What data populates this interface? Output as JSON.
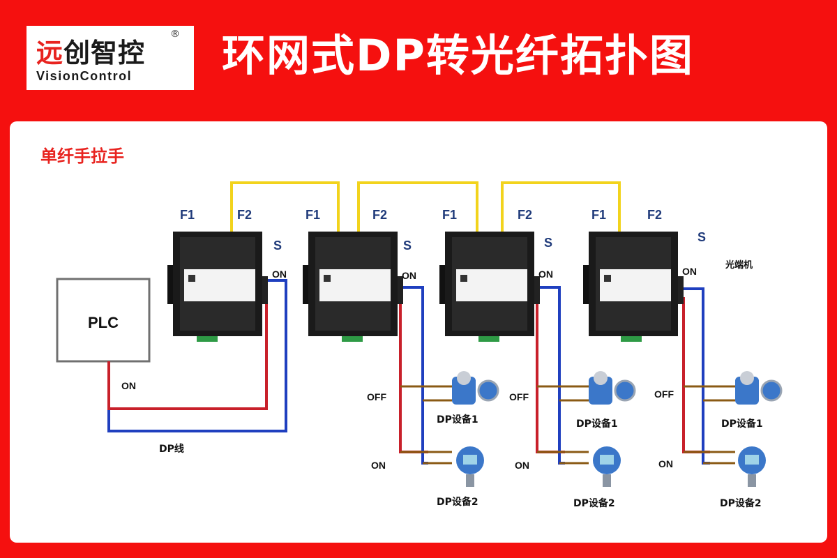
{
  "logo": {
    "cn_part1": "远",
    "cn_part2": "创智控",
    "registered": "®",
    "en": "VisionControl"
  },
  "title": "环网式DP转光纤拓扑图",
  "subtitle": "单纤手拉手",
  "plc_label": "PLC",
  "dp_line_label": "DP线",
  "plc_on_label": "ON",
  "device_note": "光端机",
  "converters": [
    {
      "f1": "F1",
      "f2": "F2",
      "s": "S",
      "on": "ON"
    },
    {
      "f1": "F1",
      "f2": "F2",
      "s": "S",
      "on": "ON"
    },
    {
      "f1": "F1",
      "f2": "F2",
      "s": "S",
      "on": "ON"
    },
    {
      "f1": "F1",
      "f2": "F2",
      "s": "S",
      "on": "ON"
    }
  ],
  "branches": [
    {
      "off": "OFF",
      "on": "ON",
      "dev1": "DP设备1",
      "dev2": "DP设备2"
    },
    {
      "off": "OFF",
      "on": "ON",
      "dev1": "DP设备1",
      "dev2": "DP设备2"
    },
    {
      "off": "OFF",
      "on": "ON",
      "dev1": "DP设备1",
      "dev2": "DP设备2"
    }
  ],
  "colors": {
    "background": "#f5100f",
    "fiber": "#f2d31c",
    "dp_red": "#c8202a",
    "dp_blue": "#1f3fbf",
    "stub": "#8a5a14",
    "device_blue": "#3b77c9"
  }
}
